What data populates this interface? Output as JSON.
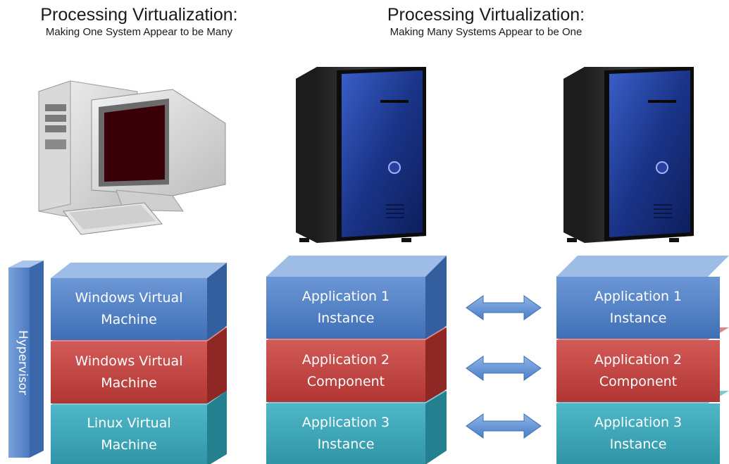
{
  "left_heading": {
    "title": "Processing Virtualization:",
    "subtitle": "Making One System Appear to be Many"
  },
  "right_heading": {
    "title": "Processing Virtualization:",
    "subtitle": "Making Many Systems Appear to be One"
  },
  "hypervisor_label": "Hypervisor",
  "left_stack": [
    {
      "label": "Windows Virtual\nMachine",
      "color": "#4f7fc4"
    },
    {
      "label": "Windows Virtual\nMachine",
      "color": "#c0413f"
    },
    {
      "label": "Linux Virtual\nMachine",
      "color": "#3aa3b4"
    }
  ],
  "server_a_stack": [
    {
      "label": "Application 1\nInstance",
      "color": "#4f7fc4"
    },
    {
      "label": "Application 2\nComponent",
      "color": "#c0413f"
    },
    {
      "label": "Application 3\nInstance",
      "color": "#3aa3b4"
    }
  ],
  "server_b_stack": [
    {
      "label": "Application 1\nInstance",
      "color": "#4f7fc4"
    },
    {
      "label": "Application 2\nComponent",
      "color": "#c0413f"
    },
    {
      "label": "Application 3\nInstance",
      "color": "#3aa3b4"
    }
  ],
  "colors": {
    "blue": "#4f7fc4",
    "red": "#c0413f",
    "teal": "#3aa3b4",
    "arrow": "#5b8fd0"
  },
  "icons": [
    "desktop-computer-icon",
    "tower-server-icon",
    "double-arrow-icon"
  ]
}
